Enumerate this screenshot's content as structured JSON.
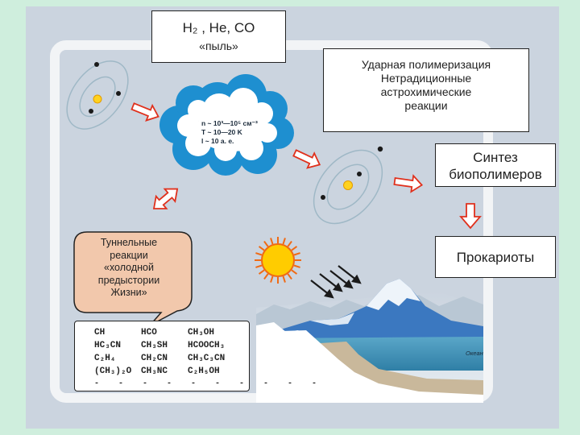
{
  "gas_box": {
    "line1": "H₂ ,   He,  CO",
    "line2": "«пыль»"
  },
  "polymerization_box": {
    "lines": [
      "Ударная полимеризация",
      "Нетрадиционные",
      "астрохимические",
      "реакции"
    ]
  },
  "synthesis_box": {
    "lines": [
      "Синтез",
      "биополимеров"
    ]
  },
  "prokaryotes_box": {
    "label": "Прокариоты"
  },
  "cloud_params": {
    "lines": [
      "n ~ 10³—10⁵ см⁻³",
      "T ~  10—20 K",
      "l  ~  10  а. е."
    ]
  },
  "tunnel_bubble": {
    "lines": [
      "Туннельные",
      "реакции",
      "«холодной",
      "предыстории",
      "Жизни»"
    ]
  },
  "molecules": {
    "rows": [
      [
        "CH",
        "HCO",
        "CH₃OH"
      ],
      [
        "HC₃CN",
        "CH₃SH",
        "HCOOCH₃"
      ],
      [
        "C₂H₄",
        "CH₂CN",
        "CH₃C₃CN"
      ],
      [
        "(CH₃)₂O",
        "CH₃NC",
        "C₂H₅OH"
      ]
    ],
    "dashes": "- - - - - - - - - -"
  },
  "ocean_label": "Океан",
  "colors": {
    "background": "#cfeedd",
    "panel": "#cbd4df",
    "cloud": "#1e8fd0",
    "arrow_fill": "#ffffff",
    "arrow_stroke": "#e0301c",
    "sun": "#ffcc00",
    "sun_rays": "#f06a14",
    "speech_bubble": "#f2c8ac",
    "mountain": "#3b78c0",
    "ocean": "#3c8fb6"
  }
}
